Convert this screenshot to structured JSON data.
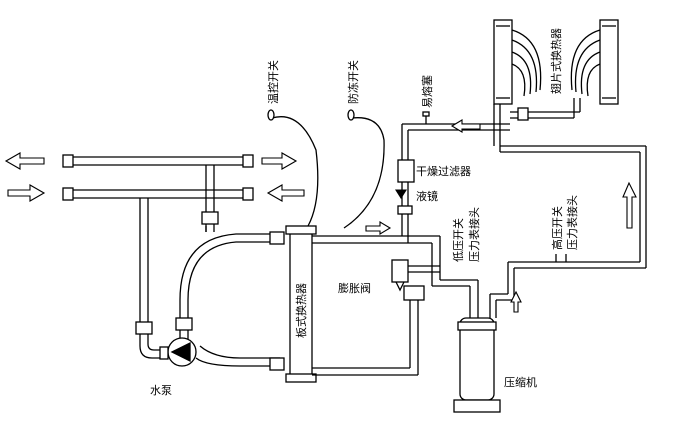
{
  "labels": {
    "thermostat_switch": "温控开关",
    "antifreeze_switch": "防冻开关",
    "fusible_plug": "易熔塞",
    "fin_heat_exchanger": "翅片式换热器",
    "dry_filter": "干燥过滤器",
    "sight_glass": "液镜",
    "low_pressure_switch": "低压开关",
    "pressure_gauge_joint_low": "压力表接头",
    "high_pressure_switch": "高压开关",
    "pressure_gauge_joint_high": "压力表接头",
    "expansion_valve": "膨胀阀",
    "plate_heat_exchanger": "板式换热器",
    "water_pump": "水泵",
    "compressor": "压缩机"
  },
  "colors": {
    "line": "#000000",
    "fill": "#ffffff",
    "shade": "#d8d8d8"
  }
}
